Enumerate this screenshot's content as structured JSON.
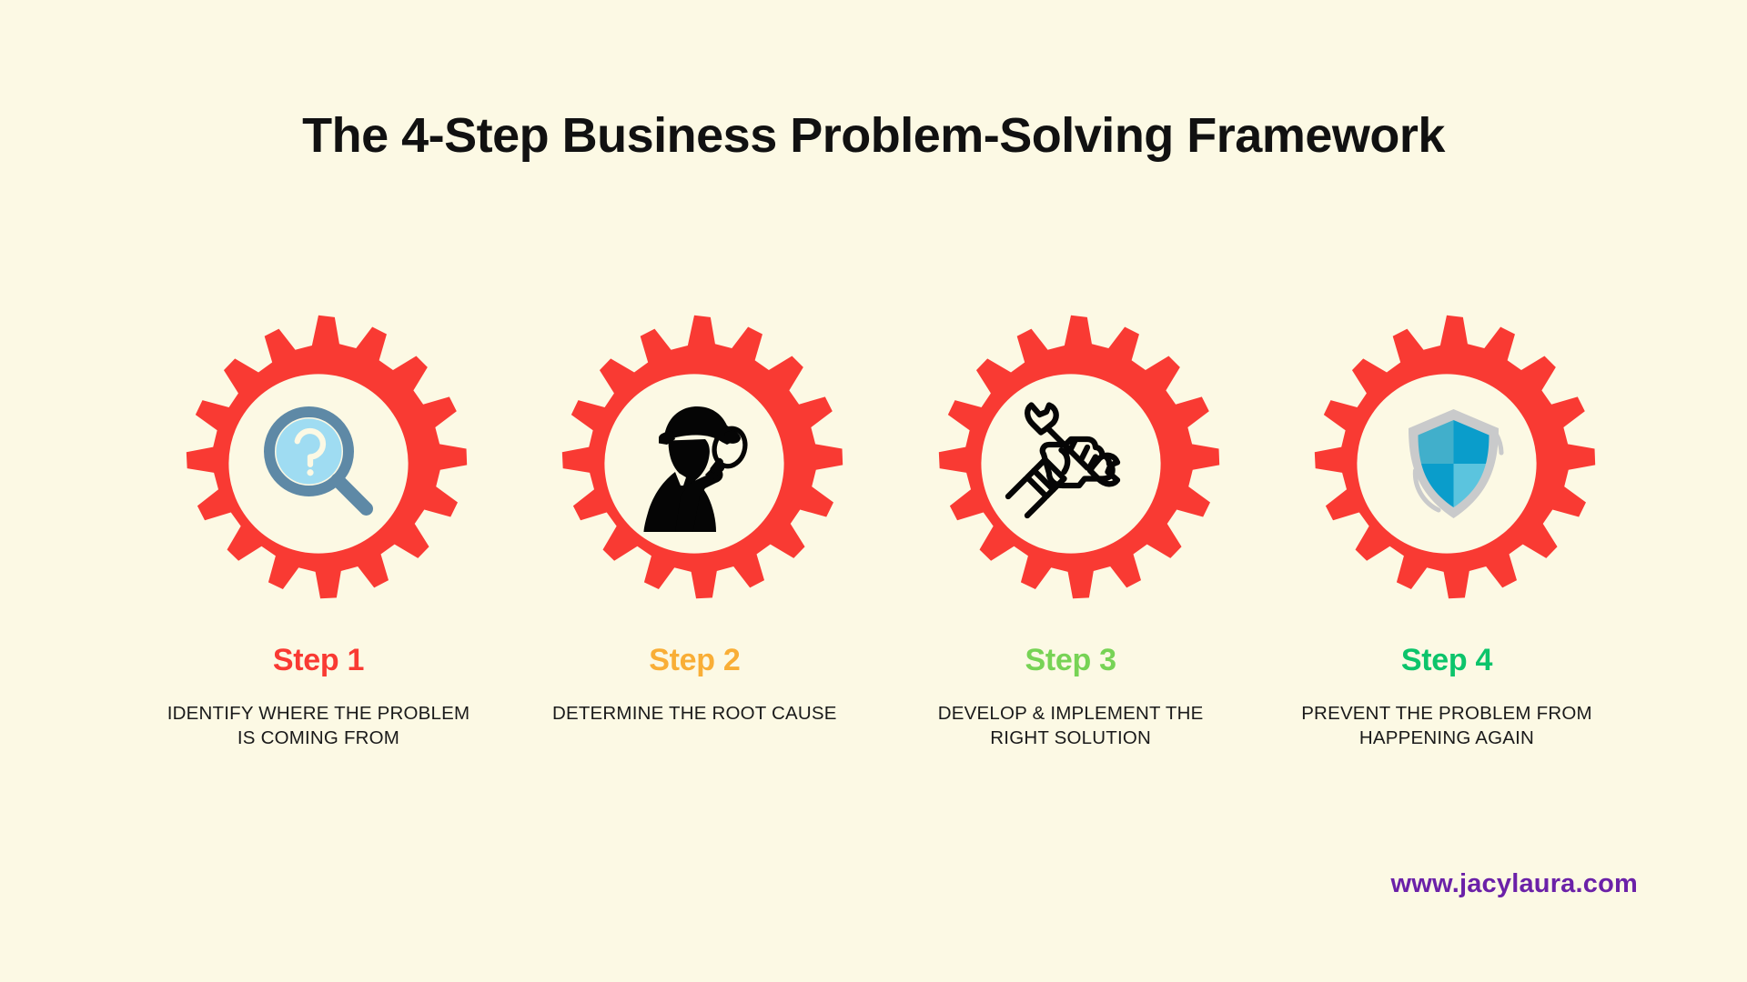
{
  "page": {
    "background_color": "#FCF9E4",
    "title": "The 4-Step Business Problem-Solving Framework",
    "title_color": "#111111"
  },
  "steps": [
    {
      "label": "Step 1",
      "description": "IDENTIFY WHERE THE PROBLEM IS COMING FROM",
      "gear_color": "#F93A33",
      "label_color": "#F93A33",
      "icon": "magnifying-glass-question-icon"
    },
    {
      "label": "Step 2",
      "description": "DETERMINE THE ROOT CAUSE",
      "gear_color": "#F9AE36",
      "label_color": "#F9AE36",
      "icon": "detective-silhouette-icon"
    },
    {
      "label": "Step 3",
      "description": "DEVELOP & IMPLEMENT THE RIGHT SOLUTION",
      "gear_color": "#77D355",
      "label_color": "#77D355",
      "icon": "hand-holding-wrench-icon"
    },
    {
      "label": "Step 4",
      "description": "PREVENT THE PROBLEM FROM HAPPENING AGAIN",
      "gear_color": "#0CC46B",
      "label_color": "#0CC46B",
      "icon": "shield-protection-icon"
    }
  ],
  "footer": {
    "site_url": "www.jacylaura.com",
    "site_url_color": "#6B21A8"
  }
}
